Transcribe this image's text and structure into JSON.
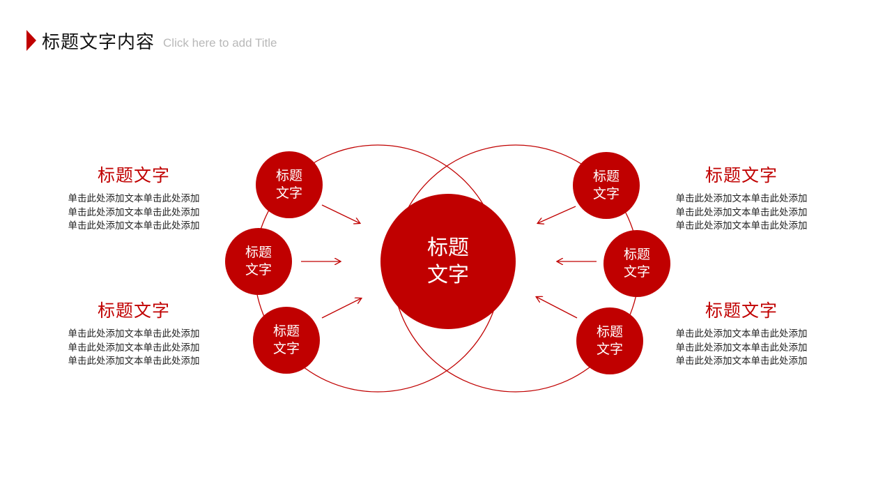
{
  "header": {
    "title": "标题文字内容",
    "subtitle": "Click here to add Title"
  },
  "colors": {
    "accent": "#c00000",
    "text": "#222222",
    "subtitle": "#b8b8b8"
  },
  "diagram": {
    "center": {
      "line1": "标题",
      "line2": "文字"
    },
    "nodes": [
      {
        "line1": "标题",
        "line2": "文字"
      },
      {
        "line1": "标题",
        "line2": "文字"
      },
      {
        "line1": "标题",
        "line2": "文字"
      },
      {
        "line1": "标题",
        "line2": "文字"
      },
      {
        "line1": "标题",
        "line2": "文字"
      },
      {
        "line1": "标题",
        "line2": "文字"
      }
    ]
  },
  "blocks": [
    {
      "title": "标题文字",
      "body": "单击此处添加文本单击此处添加\n单击此处添加文本单击此处添加\n单击此处添加文本单击此处添加"
    },
    {
      "title": "标题文字",
      "body": "单击此处添加文本单击此处添加\n单击此处添加文本单击此处添加\n单击此处添加文本单击此处添加"
    },
    {
      "title": "标题文字",
      "body": "单击此处添加文本单击此处添加\n单击此处添加文本单击此处添加\n单击此处添加文本单击此处添加"
    },
    {
      "title": "标题文字",
      "body": "单击此处添加文本单击此处添加\n单击此处添加文本单击此处添加\n单击此处添加文本单击此处添加"
    }
  ]
}
